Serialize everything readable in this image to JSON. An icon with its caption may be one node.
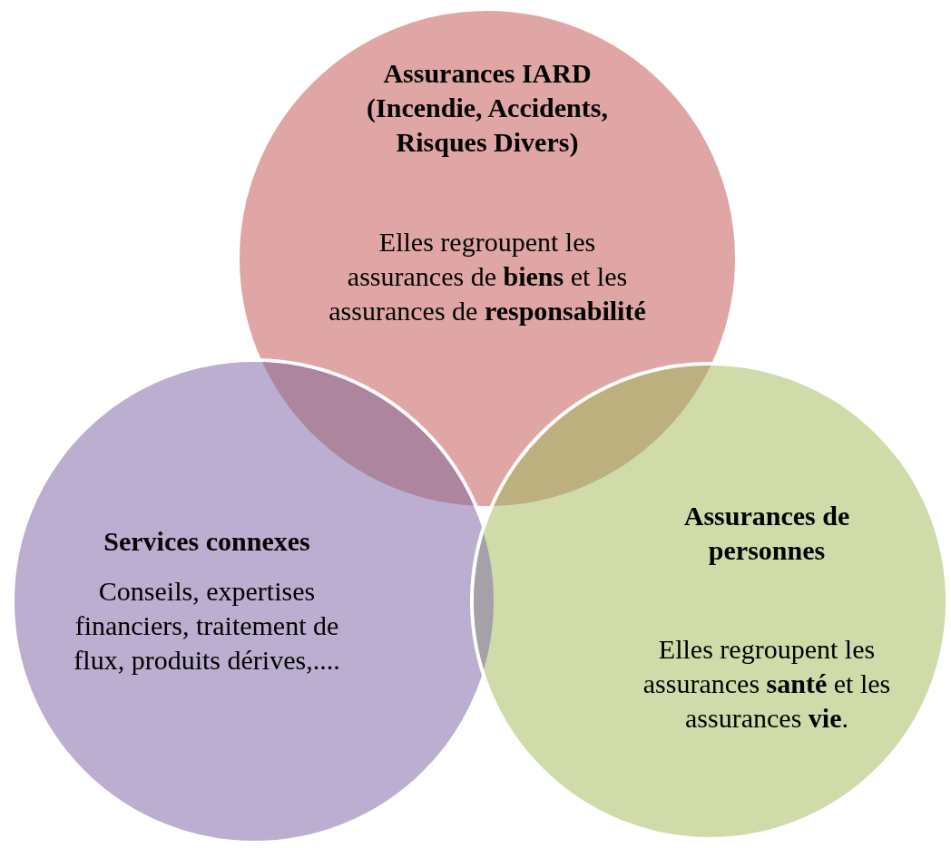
{
  "diagram": {
    "nodes": [
      {
        "text": [
          "Assurances IARD (Incendie, Accidents, Risques Divers)",
          "Elles regroupent les assurances de **biens** et les assurances de **responsabilité**"
        ]
      },
      {
        "text": [
          "Services connexes",
          "Conseils, expertises financiers, traitement de flux, produits dérives,...."
        ]
      },
      {
        "text": [
          "Assurances de personnes",
          "Elles regroupent les assurances **santé** et les assurances **vie**."
        ]
      }
    ]
  }
}
